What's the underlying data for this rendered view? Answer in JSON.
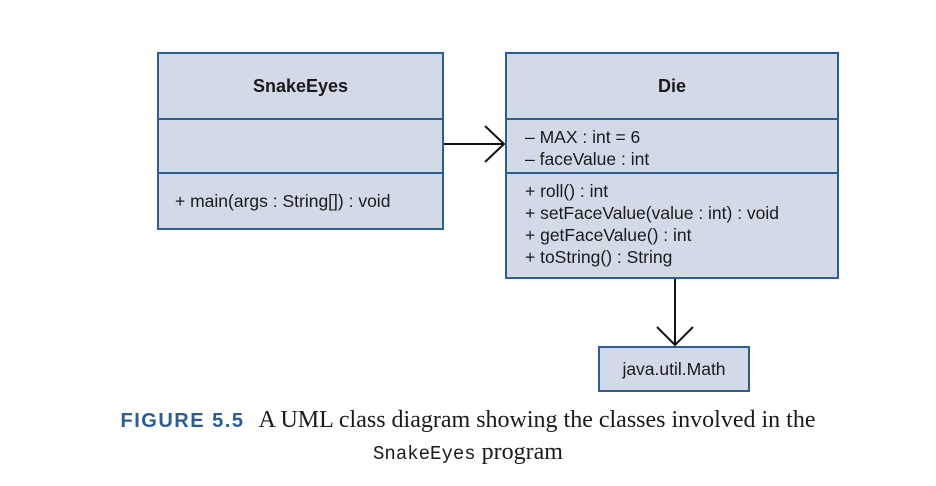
{
  "diagram": {
    "classes": [
      {
        "name": "SnakeEyes",
        "attributes": [],
        "operations": [
          "+ main(args : String[]) : void"
        ]
      },
      {
        "name": "Die",
        "attributes": [
          "– MAX : int = 6",
          "– faceValue : int"
        ],
        "operations": [
          "+ roll() : int",
          "+ setFaceValue(value : int) : void",
          "+ getFaceValue() : int",
          "+ toString() : String"
        ]
      }
    ],
    "external_class": "java.util.Math",
    "relationships": [
      {
        "from": "SnakeEyes",
        "to": "Die",
        "type": "dependency"
      },
      {
        "from": "Die",
        "to": "java.util.Math",
        "type": "dependency"
      }
    ],
    "colors": {
      "box_fill": "#d3dae7",
      "box_border": "#2b5d99",
      "figure_label": "#2b5d99"
    }
  },
  "caption": {
    "label": "FIGURE 5.5",
    "text": "A UML class diagram showing the classes involved in the",
    "code": "SnakeEyes",
    "end": " program"
  }
}
